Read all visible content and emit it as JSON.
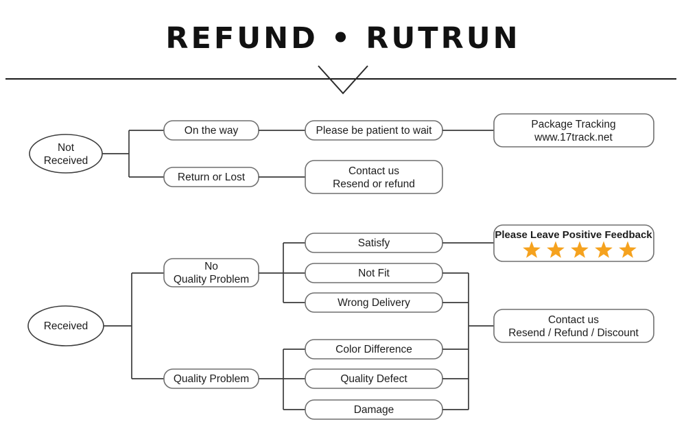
{
  "header": {
    "title": "REFUND • RUTRUN",
    "divider": "horizontal-rule",
    "chevron": "chevron-down"
  },
  "colors": {
    "star": "#F5A21E",
    "box_stroke": "#6f6f6f",
    "connector": "#3a3a3a",
    "text": "#1c1c1c",
    "background": "#ffffff"
  },
  "flow": {
    "not_received": {
      "root": {
        "line1": "Not",
        "line2": "Received"
      },
      "branches": [
        {
          "label": "On the way",
          "next": {
            "label": "Please be patient to wait"
          },
          "final": {
            "line1": "Package Tracking",
            "line2": "www.17track.net"
          }
        },
        {
          "label": "Return or Lost",
          "next": {
            "line1": "Contact us",
            "line2": "Resend or refund"
          }
        }
      ]
    },
    "received": {
      "root": {
        "label": "Received"
      },
      "branches": [
        {
          "label": {
            "line1": "No",
            "line2": "Quality Problem"
          },
          "reasons": [
            "Satisfy",
            "Not Fit",
            "Wrong Delivery"
          ]
        },
        {
          "label": {
            "line1": "Quality Problem"
          },
          "reasons": [
            "Color Difference",
            "Quality Defect",
            "Damage"
          ]
        }
      ],
      "feedback": {
        "text": "Please Leave Positive Feedback",
        "stars": 5
      },
      "resolution": {
        "line1": "Contact us",
        "line2": "Resend / Refund / Discount"
      }
    }
  }
}
